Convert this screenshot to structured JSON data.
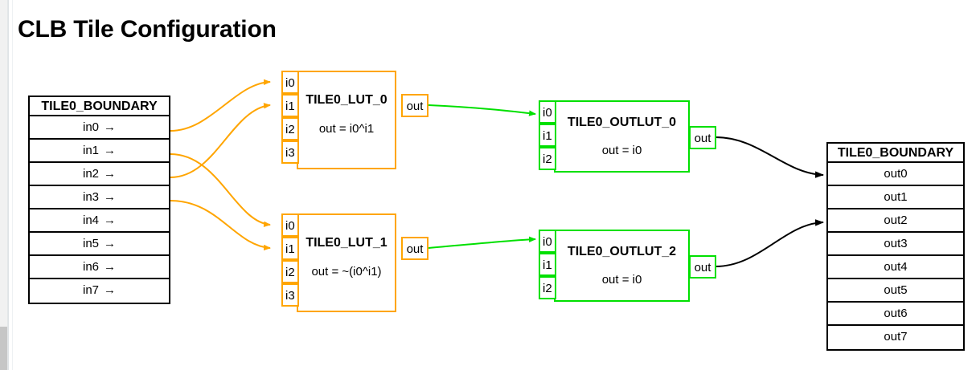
{
  "page": {
    "title": "CLB Tile Configuration",
    "background": "#ffffff"
  },
  "colors": {
    "lut_border": "#ffa500",
    "outlut_border": "#00e000",
    "boundary_border": "#000000",
    "input_wire": "#ffa500",
    "lut_to_outlut_wire": "#00e000",
    "output_wire": "#000000",
    "text": "#000000"
  },
  "input_boundary": {
    "header": "TILE0_BOUNDARY",
    "rows": [
      {
        "label": "in0",
        "arrow": "→"
      },
      {
        "label": "in1",
        "arrow": "→"
      },
      {
        "label": "in2",
        "arrow": "→"
      },
      {
        "label": "in3",
        "arrow": "→"
      },
      {
        "label": "in4",
        "arrow": "→"
      },
      {
        "label": "in5",
        "arrow": "→"
      },
      {
        "label": "in6",
        "arrow": "→"
      },
      {
        "label": "in7",
        "arrow": "→"
      }
    ]
  },
  "output_boundary": {
    "header": "TILE0_BOUNDARY",
    "rows": [
      {
        "label": "out0"
      },
      {
        "label": "out1"
      },
      {
        "label": "out2"
      },
      {
        "label": "out3"
      },
      {
        "label": "out4"
      },
      {
        "label": "out5"
      },
      {
        "label": "out6"
      },
      {
        "label": "out7"
      }
    ]
  },
  "blocks": {
    "lut0": {
      "title": "TILE0_LUT_0",
      "equation": "out = i0^i1",
      "inputs": [
        "i0",
        "i1",
        "i2",
        "i3"
      ],
      "output": "out"
    },
    "lut1": {
      "title": "TILE0_LUT_1",
      "equation": "out = ~(i0^i1)",
      "inputs": [
        "i0",
        "i1",
        "i2",
        "i3"
      ],
      "output": "out"
    },
    "outlut0": {
      "title": "TILE0_OUTLUT_0",
      "equation": "out = i0",
      "inputs": [
        "i0",
        "i1",
        "i2"
      ],
      "output": "out"
    },
    "outlut2": {
      "title": "TILE0_OUTLUT_2",
      "equation": "out = i0",
      "inputs": [
        "i0",
        "i1",
        "i2"
      ],
      "output": "out"
    }
  }
}
